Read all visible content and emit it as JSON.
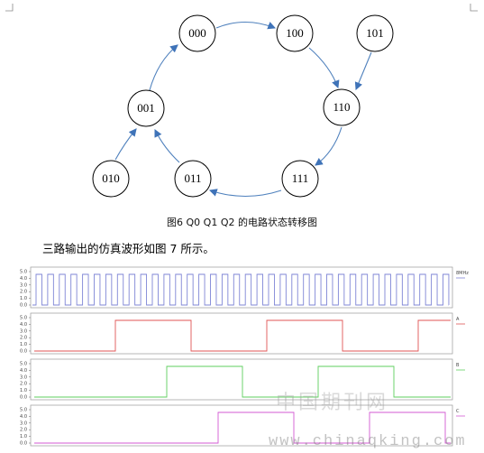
{
  "diagram": {
    "states": [
      "000",
      "100",
      "101",
      "001",
      "110",
      "010",
      "011",
      "111"
    ],
    "transitions": [
      {
        "from": "001",
        "to": "000"
      },
      {
        "from": "000",
        "to": "100"
      },
      {
        "from": "100",
        "to": "110"
      },
      {
        "from": "101",
        "to": "110"
      },
      {
        "from": "110",
        "to": "111"
      },
      {
        "from": "111",
        "to": "011"
      },
      {
        "from": "011",
        "to": "001"
      },
      {
        "from": "010",
        "to": "001"
      }
    ]
  },
  "figure_caption": "图6  Q0 Q1 Q2 的电路状态转移图",
  "body_text": "三路输出的仿真波形如图 7 所示。",
  "waveforms": {
    "y_ticks": [
      "5.0",
      "4.0",
      "3.0",
      "2.0",
      "1.0",
      "0.0"
    ],
    "tags": [
      "8MHz",
      "A",
      "B",
      "C"
    ],
    "colors": {
      "clock": "#7f86d6",
      "A": "#e05656",
      "B": "#5fcf5f",
      "C": "#d35ad3"
    }
  },
  "watermark": {
    "cn": "中国期刊网",
    "url": "www.chinaqking.com"
  }
}
